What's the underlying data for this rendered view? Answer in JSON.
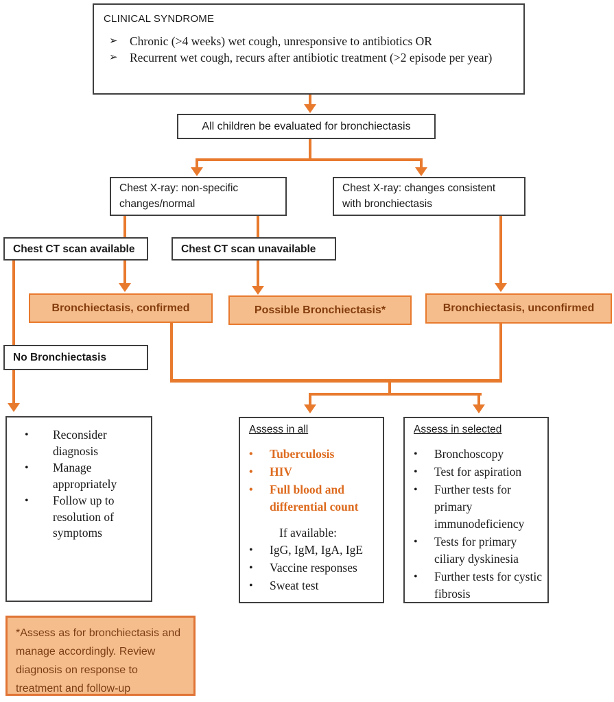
{
  "palette": {
    "accent_orange": "#e87a2e",
    "box_fill": "#f5bd8c",
    "box_text": "#843c0c",
    "highlight_text": "#dd6b1f",
    "border_dark": "#3f3f3f"
  },
  "glyphs": {
    "chevron_bullet": "➢",
    "dot_bullet": "•"
  },
  "nodes": {
    "clinical": {
      "title": "CLINICAL SYNDROME",
      "items": [
        "Chronic (>4 weeks) wet cough, unresponsive to antibiotics OR",
        "Recurrent wet cough, recurs after antibiotic treatment (>2 episode per year)"
      ]
    },
    "evaluate": {
      "label": "All children be evaluated for bronchiectasis"
    },
    "xray_nonspecific": {
      "label": "Chest X-ray: non-specific changes/normal"
    },
    "xray_consistent": {
      "label": "Chest X-ray: changes consistent with bronchiectasis"
    },
    "ct_available": {
      "label": "Chest CT scan available"
    },
    "ct_unavailable": {
      "label": "Chest CT scan unavailable"
    },
    "confirmed": {
      "label": "Bronchiectasis, confirmed"
    },
    "possible": {
      "label": "Possible Bronchiectasis*"
    },
    "unconfirmed": {
      "label": "Bronchiectasis, unconfirmed"
    },
    "no_bronchiectasis": {
      "label": "No Bronchiectasis"
    },
    "reconsider": {
      "items": [
        "Reconsider diagnosis",
        "Manage appropriately",
        "Follow up to resolution of symptoms"
      ]
    },
    "assess_all": {
      "title": "Assess in all",
      "highlight_items": [
        "Tuberculosis",
        "HIV",
        "Full blood and differential count"
      ],
      "subheading": "If available:",
      "items": [
        "IgG, IgM, IgA, IgE",
        "Vaccine responses",
        "Sweat test"
      ]
    },
    "assess_selected": {
      "title": "Assess in selected",
      "items": [
        "Bronchoscopy",
        "Test for aspiration",
        "Further tests for primary immunodeficiency",
        "Tests for primary ciliary dyskinesia",
        "Further tests for cystic fibrosis"
      ]
    },
    "footnote": {
      "text": "*Assess as for bronchiectasis and manage accordingly. Review diagnosis on response to treatment and follow-up"
    }
  }
}
